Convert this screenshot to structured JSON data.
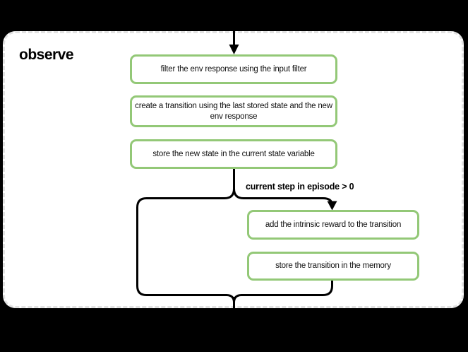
{
  "title": "observe",
  "flow": {
    "steps": [
      "filter the env response using the input filter",
      "create a transition using the last stored state and the new env response",
      "store the new state in the current state variable"
    ],
    "condition": "current step in episode > 0",
    "branch_steps": [
      "add the intrinsic reward to the transition",
      "store the transition in the memory"
    ]
  },
  "colors": {
    "background": "#000000",
    "panel": "#ffffff",
    "dash": "#e2e2e2",
    "node_border": "#93c877",
    "line": "#000000",
    "text": "#111111"
  }
}
